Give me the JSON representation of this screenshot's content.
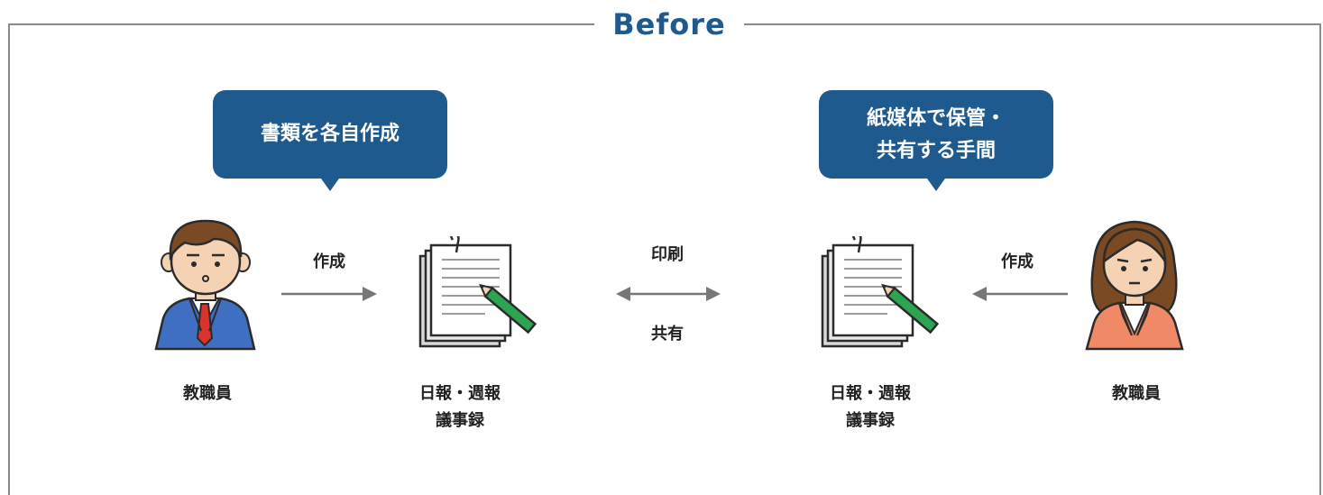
{
  "title": "Before",
  "colors": {
    "accent": "#1e5a8e",
    "frame": "#8a8a8a",
    "arrow": "#777777",
    "text": "#222222"
  },
  "left": {
    "bubble": "書類を各自作成",
    "person_label": "教職員",
    "action_label": "作成",
    "document_label_line1": "日報・週報",
    "document_label_line2": "議事録"
  },
  "center": {
    "top_label": "印刷",
    "bottom_label": "共有"
  },
  "right": {
    "bubble_line1": "紙媒体で保管・",
    "bubble_line2": "共有する手間",
    "person_label": "教職員",
    "action_label": "作成",
    "document_label_line1": "日報・週報",
    "document_label_line2": "議事録"
  },
  "icons": {
    "male": "male-staff-icon",
    "female": "female-staff-icon",
    "document": "document-with-pencil-icon"
  }
}
